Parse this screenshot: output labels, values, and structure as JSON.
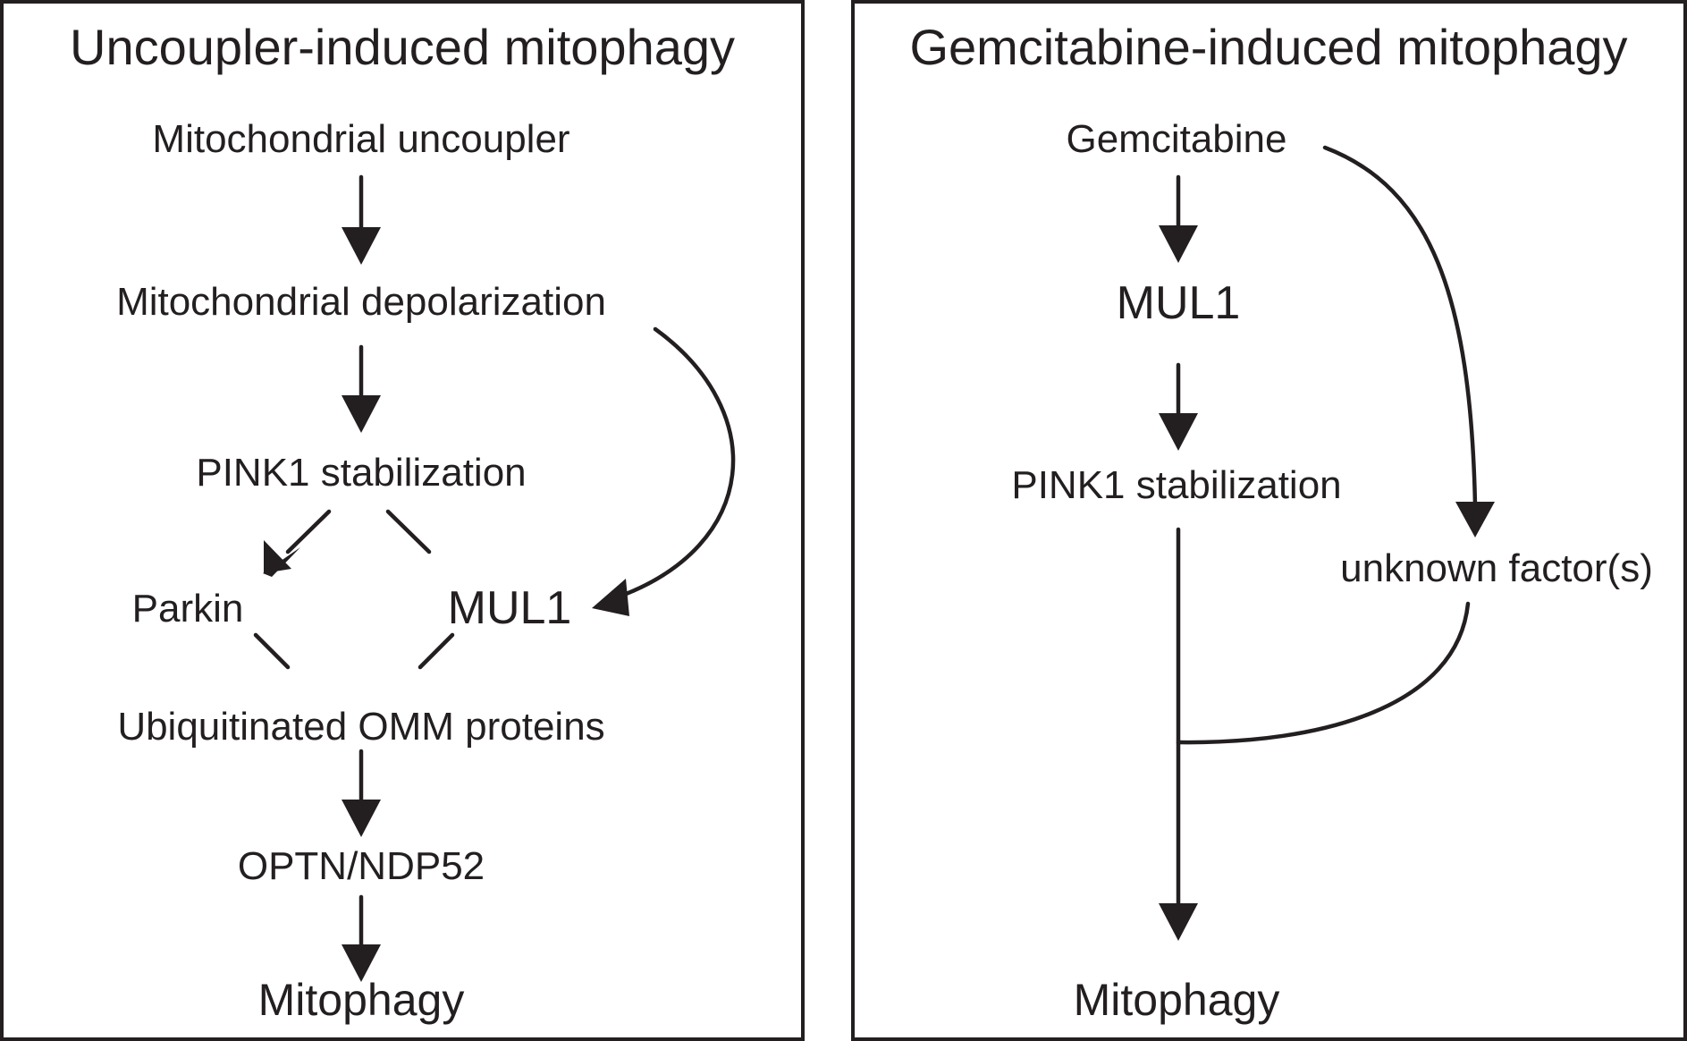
{
  "panels": [
    {
      "id": "uncoupler",
      "title": "Uncoupler-induced mitophagy",
      "title_color": "#1a1a8c",
      "nodes": {
        "uncoupler": "Mitochondrial uncoupler",
        "depolarization": "Mitochondrial depolarization",
        "pink1": "PINK1 stabilization",
        "parkin": "Parkin",
        "mul1": "MUL1",
        "ubiquitinated": "Ubiquitinated OMM proteins",
        "optn": "OPTN/NDP52",
        "mitophagy": "Mitophagy"
      }
    },
    {
      "id": "gemcitabine",
      "title": "Gemcitabine-induced mitophagy",
      "title_color": "#e0001b",
      "nodes": {
        "gemcitabine": "Gemcitabine",
        "mul1": "MUL1",
        "pink1": "PINK1 stabilization",
        "unknown": "unknown factor(s)",
        "mitophagy": "Mitophagy"
      }
    }
  ],
  "edges": [
    {
      "panel": 0,
      "from": "uncoupler",
      "to": "depolarization"
    },
    {
      "panel": 0,
      "from": "depolarization",
      "to": "pink1"
    },
    {
      "panel": 0,
      "from": "depolarization",
      "to": "mul1"
    },
    {
      "panel": 0,
      "from": "pink1",
      "to": "parkin"
    },
    {
      "panel": 0,
      "from": "pink1",
      "to": "mul1"
    },
    {
      "panel": 0,
      "from": "parkin",
      "to": "ubiquitinated"
    },
    {
      "panel": 0,
      "from": "mul1",
      "to": "ubiquitinated"
    },
    {
      "panel": 0,
      "from": "ubiquitinated",
      "to": "optn"
    },
    {
      "panel": 0,
      "from": "optn",
      "to": "mitophagy"
    },
    {
      "panel": 1,
      "from": "gemcitabine",
      "to": "mul1"
    },
    {
      "panel": 1,
      "from": "gemcitabine",
      "to": "unknown"
    },
    {
      "panel": 1,
      "from": "mul1",
      "to": "pink1"
    },
    {
      "panel": 1,
      "from": "pink1",
      "to": "mitophagy"
    },
    {
      "panel": 1,
      "from": "unknown",
      "to": "pink1-mitophagy-edge",
      "type": "joins"
    }
  ]
}
